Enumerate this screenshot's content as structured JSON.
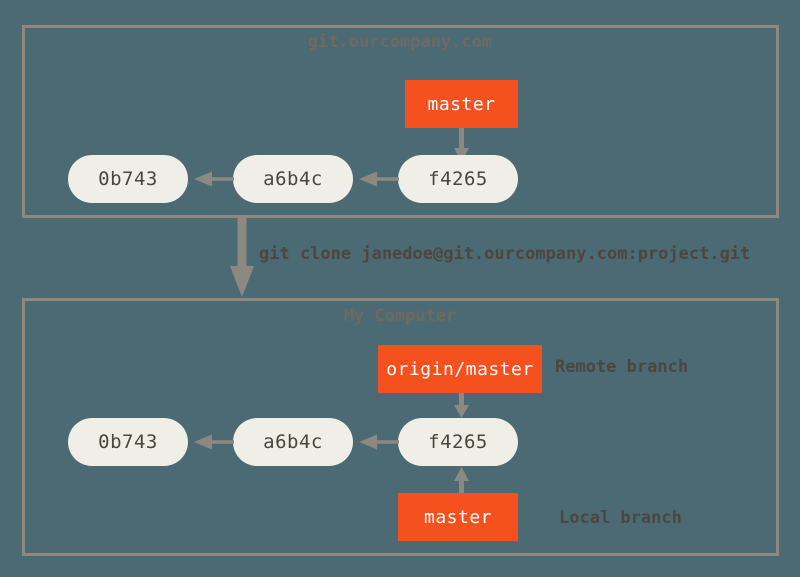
{
  "diagram": {
    "title": "git clone workflow",
    "background_color": "#4c6a73",
    "panels": [
      {
        "id": "server",
        "label": "git.ourcompany.com",
        "border_color": "#8d8981"
      },
      {
        "id": "local",
        "label": "My Computer",
        "border_color": "#8d8981"
      }
    ]
  },
  "server_panel": {
    "title": "git.ourcompany.com",
    "commits": [
      {
        "id": "0b743"
      },
      {
        "id": "a6b4c"
      },
      {
        "id": "f4265"
      }
    ],
    "branch": {
      "label": "master",
      "color": "#f4511e",
      "text_color": "#ffffff"
    }
  },
  "clone": {
    "command": "git clone janedoe@git.ourcompany.com:project.git",
    "arrow_color": "#8d8981"
  },
  "local_panel": {
    "title": "My Computer",
    "commits": [
      {
        "id": "0b743"
      },
      {
        "id": "a6b4c"
      },
      {
        "id": "f4265"
      }
    ],
    "remote_branch": {
      "label": "origin/master",
      "annotation": "Remote branch",
      "color": "#f4511e",
      "text_color": "#ffffff"
    },
    "local_branch": {
      "label": "master",
      "annotation": "Local branch",
      "color": "#f4511e",
      "text_color": "#ffffff"
    }
  },
  "colors": {
    "background": "#4c6a73",
    "panel_border": "#8d8981",
    "commit_fill": "#f0efe7",
    "commit_text": "#4a4640",
    "branch_fill": "#f4511e",
    "annotation_text": "#4c463e",
    "title_text": "#6e6a62",
    "arrow": "#8d8981"
  }
}
